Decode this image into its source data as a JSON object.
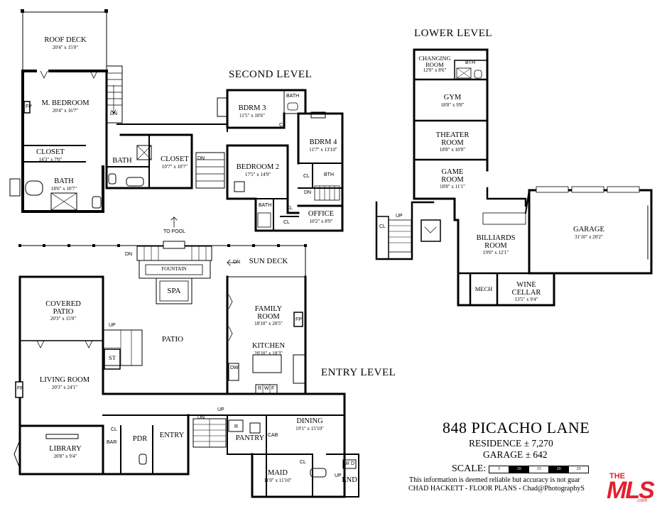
{
  "levels": {
    "second": "SECOND LEVEL",
    "lower": "LOWER LEVEL",
    "entry": "ENTRY LEVEL"
  },
  "rooms": {
    "roof_deck": {
      "name": "ROOF DECK",
      "dim": "20'4\" x 15'0\""
    },
    "m_bedroom": {
      "name": "M. BEDROOM",
      "dim": "20'4\" x 16'7\""
    },
    "closet_m": {
      "name": "CLOSET",
      "dim": "14'3\" x 7'0\""
    },
    "bath_m": {
      "name": "BATH",
      "dim": "18'6\" x 10'7\""
    },
    "bath_2": {
      "name": "BATH"
    },
    "closet_2": {
      "name": "CLOSET",
      "dim": "10'7\" x 10'7\""
    },
    "bdrm3": {
      "name": "BDRM 3",
      "dim": "11'5\" x 10'6\""
    },
    "bdrm4": {
      "name": "BDRM 4",
      "dim": "11'7\" x 13'10\""
    },
    "bedroom2": {
      "name": "BEDROOM 2",
      "dim": "17'5\" x 14'9\""
    },
    "office": {
      "name": "OFFICE",
      "dim": "10'2\" x 8'9\""
    },
    "changing": {
      "name": "CHANGING ROOM",
      "name1": "CHANGING",
      "name2": "ROOM",
      "dim": "12'0\" x 8'6\""
    },
    "gym": {
      "name": "GYM",
      "dim": "18'8\" x 9'8\""
    },
    "theater": {
      "name1": "THEATER",
      "name2": "ROOM",
      "dim": "18'8\" x 10'0\""
    },
    "game": {
      "name1": "GAME",
      "name2": "ROOM",
      "dim": "18'8\" x 11'1\""
    },
    "garage": {
      "name": "GARAGE",
      "dim": "31'10\" x 20'2\""
    },
    "billiards": {
      "name1": "BILLIARDS",
      "name2": "ROOM",
      "dim": "19'0\" x 12'1\""
    },
    "mech": {
      "name": "MECH"
    },
    "wine": {
      "name1": "WINE",
      "name2": "CELLAR",
      "dim": "13'5\" x 9'4\""
    },
    "sun_deck": {
      "name": "SUN DECK"
    },
    "fountain": {
      "name": "FOUNTAIN"
    },
    "spa": {
      "name": "SPA"
    },
    "covered_patio": {
      "name1": "COVERED",
      "name2": "PATIO",
      "dim": "20'3\" x 15'0\""
    },
    "patio": {
      "name": "PATIO"
    },
    "family": {
      "name1": "FAMILY",
      "name2": "ROOM",
      "dim": "18'10\" x 20'5\""
    },
    "kitchen": {
      "name": "KITCHEN",
      "dim": "20'10\" x 10'3\""
    },
    "living": {
      "name": "LIVING ROOM",
      "dim": "20'3\" x 24'1\""
    },
    "library": {
      "name": "LIBRARY",
      "dim": "20'8\" x 9'4\""
    },
    "pdr": {
      "name": "PDR"
    },
    "entry": {
      "name": "ENTRY"
    },
    "pantry": {
      "name": "PANTRY"
    },
    "dining": {
      "name": "DINING",
      "dim": "19'1\" x 15'10\""
    },
    "maid": {
      "name": "MAID",
      "dim": "11'0\" x 11'10\""
    },
    "lnd": {
      "name": "LND"
    }
  },
  "marks": {
    "dn": "DN",
    "up": "UP",
    "cl": "CL",
    "bth": "BTH",
    "bath": "BATH",
    "fp": "FP",
    "st": "ST",
    "bar": "BAR",
    "cab": "CAB",
    "dw": "DW",
    "r": "R",
    "w": "W",
    "f": "F",
    "d": "D",
    "to_pool": "TO POOL"
  },
  "info": {
    "address": "848 PICACHO LANE",
    "residence": "RESIDENCE ± 7,270",
    "garage": "GARAGE ± 642",
    "scale_label": "SCALE:",
    "scale_ticks": [
      "5",
      "10",
      "15",
      "20",
      "25"
    ],
    "disclaimer": "This information is deemed reliable but accuracy is not guar",
    "credit": "CHAD HACKETT - FLOOR PLANS - Chad@PhotographyS"
  },
  "logo": {
    "top": "THE",
    "main": "MLS",
    "sub": ".com"
  },
  "colors": {
    "ink": "#000000",
    "paper": "#ffffff",
    "mls_red": "#e4202e"
  }
}
